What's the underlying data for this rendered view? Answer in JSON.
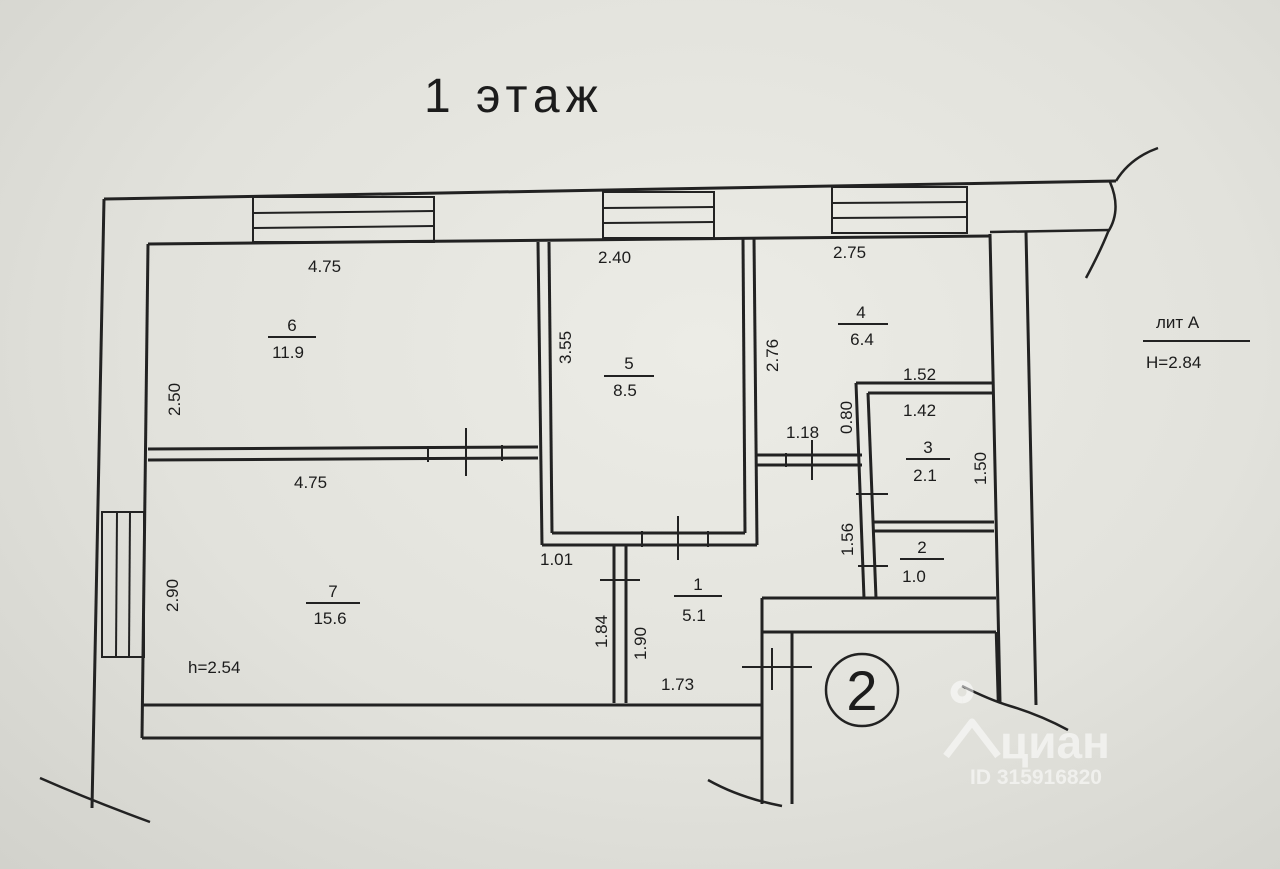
{
  "title": "1 этаж",
  "building": {
    "label": "лит А",
    "height": "H=2.84"
  },
  "floor_height": "h=2.54",
  "entrance_number": "2",
  "rooms": [
    {
      "number": "6",
      "area": "11.9"
    },
    {
      "number": "5",
      "area": "8.5"
    },
    {
      "number": "4",
      "area": "6.4"
    },
    {
      "number": "3",
      "area": "2.1"
    },
    {
      "number": "2",
      "area": "1.0"
    },
    {
      "number": "7",
      "area": "15.6"
    },
    {
      "number": "1",
      "area": "5.1"
    }
  ],
  "dimensions": {
    "room6_top": "4.75",
    "room6_left": "2.50",
    "room6_bottom": "4.75",
    "room5_top": "2.40",
    "room5_left": "3.55",
    "room4_top": "2.75",
    "room4_left": "2.76",
    "room3_top_outer": "1.52",
    "room3_top_inner": "1.42",
    "room3_left": "0.80",
    "room3_right": "1.50",
    "corridor_to_room3": "1.18",
    "room2_left": "1.56",
    "room7_left": "2.90",
    "hall_left_top": "1.01",
    "hall_partition_a": "1.84",
    "hall_partition_b": "1.90",
    "hall_bottom": "1.73"
  },
  "watermark": {
    "brand": "циан",
    "id": "ID 315916820"
  }
}
